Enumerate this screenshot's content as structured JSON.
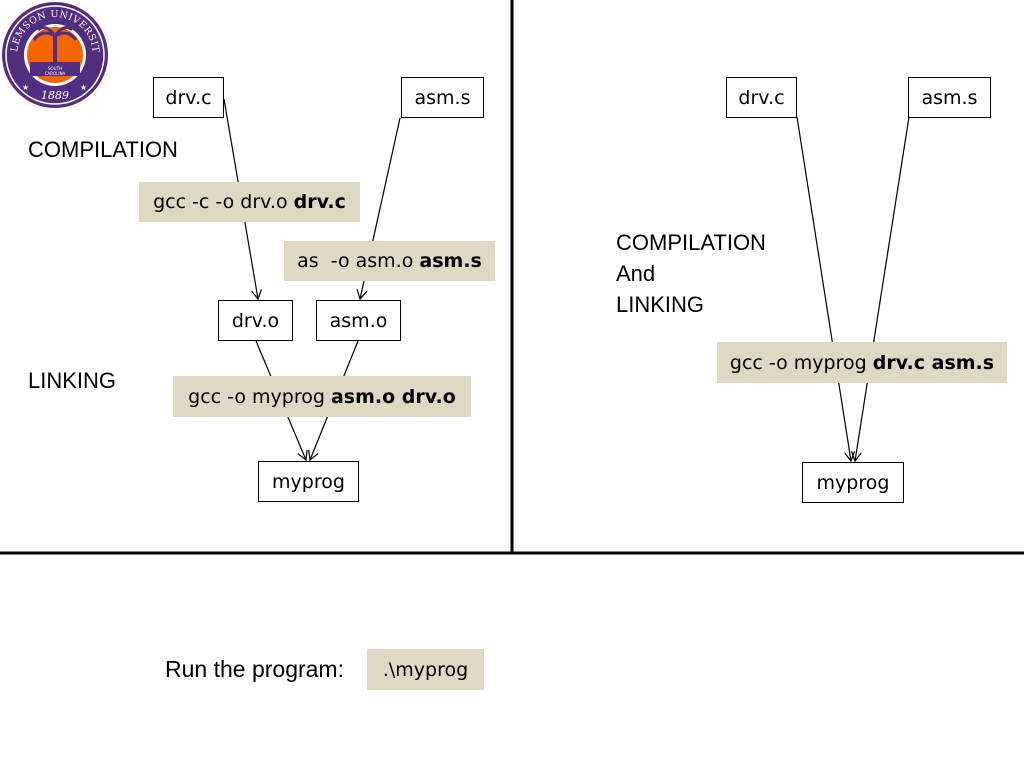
{
  "logo": {
    "name": "CLEMSON UNIVERSITY",
    "state": "SOUTH CAROLINA",
    "year": "1889",
    "colors": {
      "purple": "#522d80",
      "orange": "#f56600"
    }
  },
  "left": {
    "files": {
      "drv_c": "drv.c",
      "asm_s": "asm.s"
    },
    "compilation_label": "COMPILATION",
    "cmd_compile_c": {
      "plain": "gcc -c -o drv.o ",
      "bold": "drv.c"
    },
    "cmd_assemble": {
      "plain": "as  -o asm.o ",
      "bold": "asm.s"
    },
    "objects": {
      "drv_o": "drv.o",
      "asm_o": "asm.o"
    },
    "linking_label": "LINKING",
    "cmd_link": {
      "plain": "gcc -o myprog ",
      "bold": "asm.o drv.o"
    },
    "output": "myprog"
  },
  "right": {
    "files": {
      "drv_c": "drv.c",
      "asm_s": "asm.s"
    },
    "label_lines": [
      "COMPILATION",
      "And",
      "LINKING"
    ],
    "cmd_build": {
      "plain": "gcc -o myprog ",
      "bold": "drv.c asm.s"
    },
    "output": "myprog"
  },
  "bottom": {
    "run_label": "Run the program:",
    "run_cmd": ".\\myprog"
  },
  "colors": {
    "command_bg": "#ddd9c3",
    "divider": "#000000"
  }
}
